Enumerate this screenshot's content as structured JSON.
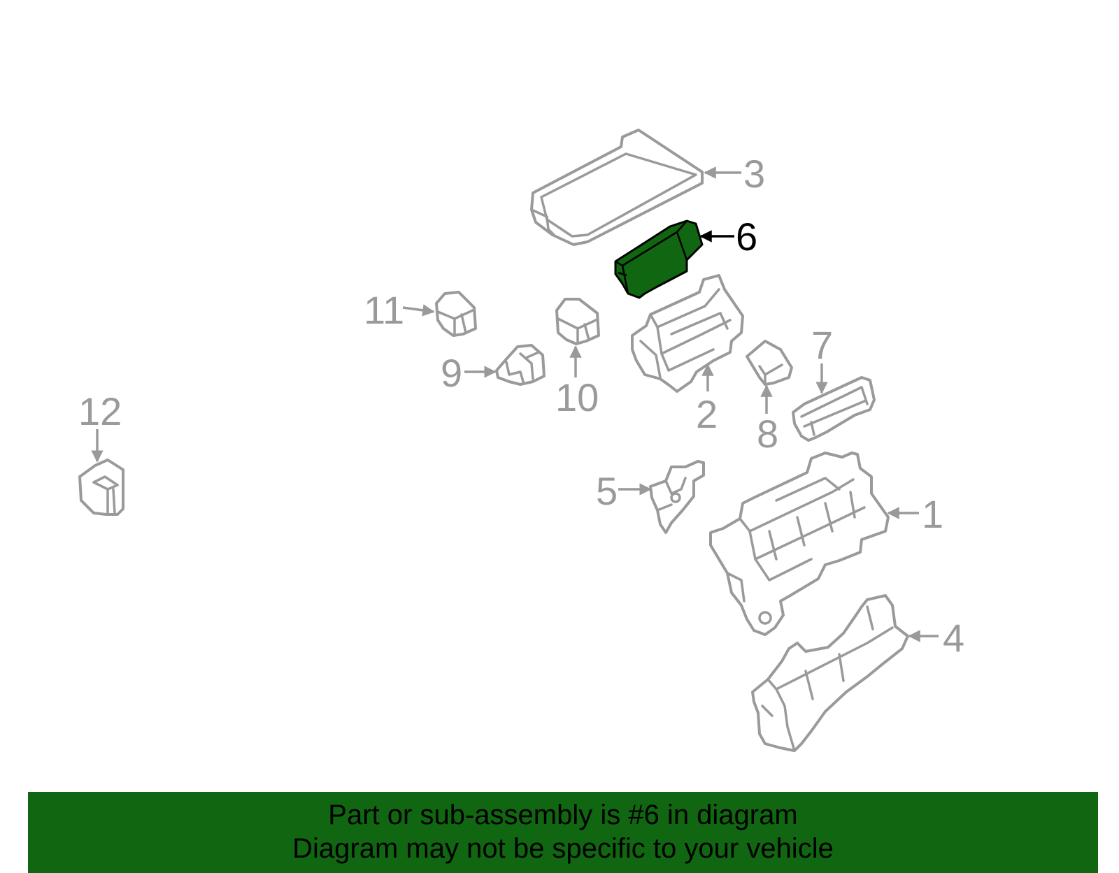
{
  "diagram": {
    "highlight_color": "#116611",
    "line_color": "#9a9a9a",
    "highlighted_callout": "6",
    "callouts": {
      "c1": "1",
      "c2": "2",
      "c3": "3",
      "c4": "4",
      "c5": "5",
      "c6": "6",
      "c7": "7",
      "c8": "8",
      "c9": "9",
      "c10": "10",
      "c11": "11",
      "c12": "12"
    }
  },
  "banner": {
    "line1": "Part or sub-assembly is #6 in diagram",
    "line2": "Diagram may not be specific to your vehicle"
  }
}
